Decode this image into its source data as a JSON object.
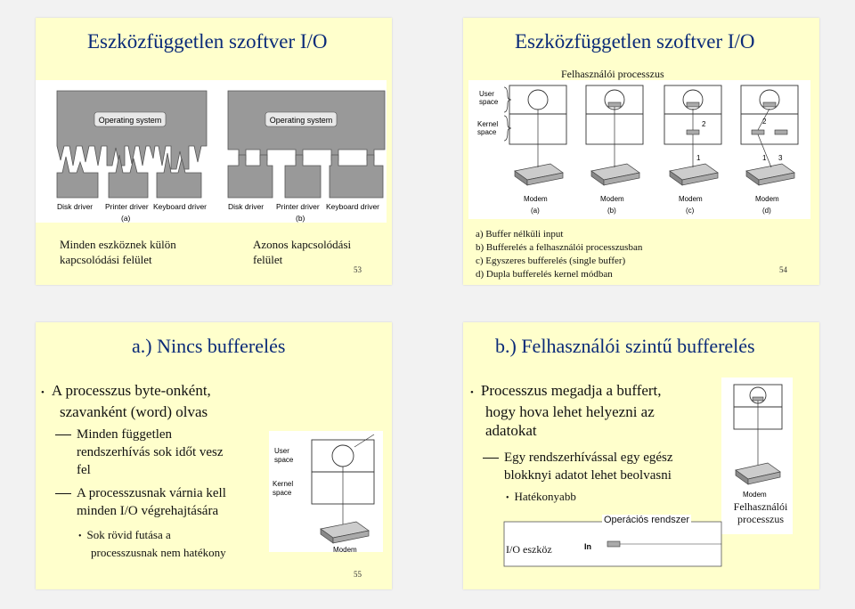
{
  "slide53": {
    "title": "Eszközfüggetlen szoftver I/O",
    "diagram": {
      "os_label": "Operating system",
      "drivers": [
        "Disk driver",
        "Printer driver",
        "Keyboard driver"
      ],
      "tag_a": "(a)",
      "tag_b": "(b)"
    },
    "caption_left": [
      "Minden eszköznek külön",
      "kapcsolódási felület"
    ],
    "caption_right": [
      "Azonos kapcsolódási",
      "felület"
    ],
    "page": "53"
  },
  "slide54": {
    "title": "Eszközfüggetlen szoftver I/O",
    "process_label": "Felhasználói processzus",
    "user_space": [
      "User",
      "space"
    ],
    "kernel_space": [
      "Kernel",
      "space"
    ],
    "modem": "Modem",
    "tags": [
      "(a)",
      "(b)",
      "(c)",
      "(d)"
    ],
    "nums": {
      "one": "1",
      "two": "2",
      "three": "3"
    },
    "list": [
      "a) Buffer nélküli input",
      "b) Bufferelés a felhasználói processzusban",
      "c) Egyszeres bufferelés (single buffer)",
      "d) Dupla bufferelés kernel módban"
    ],
    "page": "54"
  },
  "slide55": {
    "title": "a.) Nincs bufferelés",
    "bullet1": [
      "A processzus byte-onként,",
      "szavanként (word) olvas"
    ],
    "sub1": [
      "Minden független",
      "rendszerhívás sok időt vesz",
      "fel"
    ],
    "sub2": [
      "A processzusnak várnia kell",
      "minden I/O végrehajtására"
    ],
    "subsub": [
      "Sok rövid futása a",
      "processzusnak nem hatékony"
    ],
    "user_space": [
      "User",
      "space"
    ],
    "kernel_space": [
      "Kernel",
      "space"
    ],
    "modem": "Modem",
    "page": "55"
  },
  "slide56": {
    "title": "b.) Felhasználói szintű bufferelés",
    "bullet1": [
      "Processzus megadja a buffert,",
      "hogy hova lehet helyezni az",
      "adatokat"
    ],
    "sub1": [
      "Egy rendszerhívással egy egész",
      "blokknyi adatot lehet beolvasni"
    ],
    "subsub": "Hatékonyabb",
    "os_label": "Operációs rendszer",
    "proc_label": [
      "Felhasználói",
      "processzus"
    ],
    "io_label": "I/O eszköz",
    "in_label": "In",
    "modem": "Modem"
  }
}
